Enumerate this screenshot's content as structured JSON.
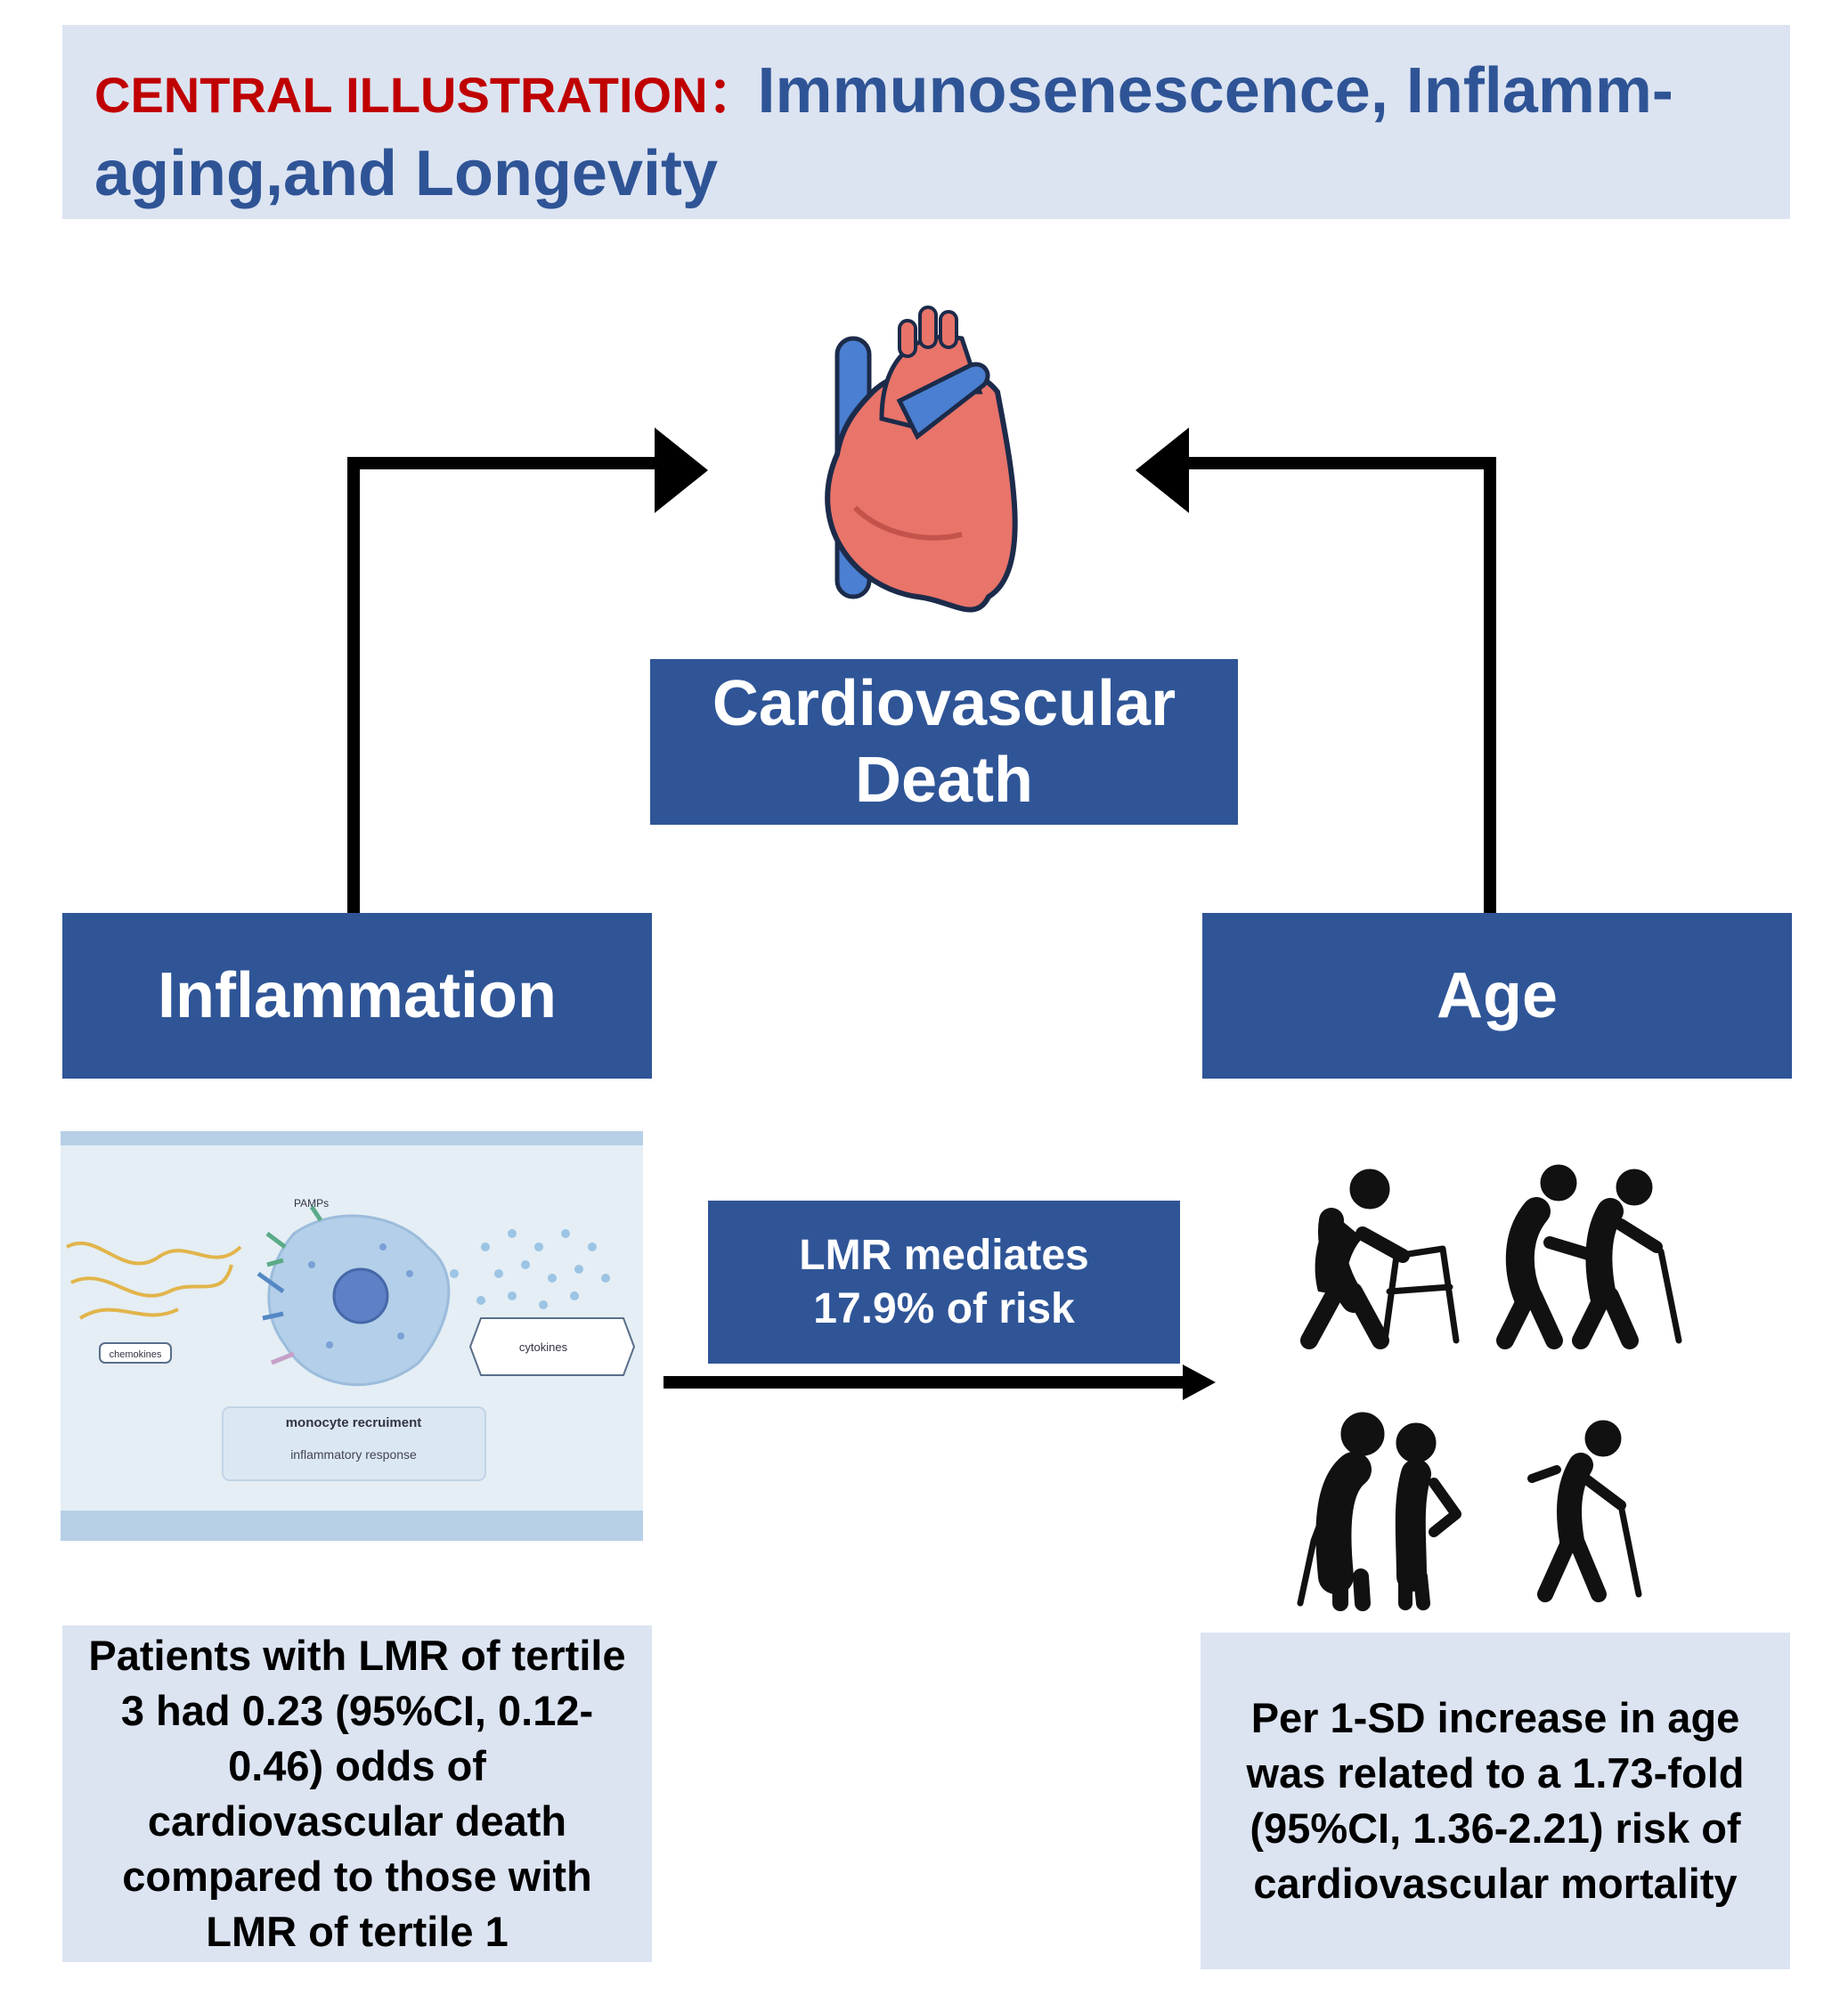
{
  "title": {
    "prefix": "CENTRAL ILLUSTRATION：",
    "line1": "Immunosenescence, Inflamm-",
    "line2": "aging,and Longevity"
  },
  "nodes": {
    "outcome_line1": "Cardiovascular",
    "outcome_line2": "Death",
    "inflammation": "Inflammation",
    "age": "Age",
    "mediation_line1": "LMR mediates",
    "mediation_line2": "17.9% of risk"
  },
  "illustration": {
    "pamps": "PAMPs",
    "chemokines": "chemokines",
    "cytokines": "cytokines",
    "monocyte": "monocyte recruiment",
    "response": "inflammatory response"
  },
  "findings": {
    "left": "Patients with LMR of tertile 3 had 0.23 (95%CI, 0.12-0.46)  odds of cardiovascular death compared to those with LMR of tertile 1",
    "right": "Per 1-SD increase in age was related to a 1.73-fold (95%CI, 1.36-2.21) risk of cardiovascular mortality"
  },
  "colors": {
    "box_blue": "#2f5597",
    "light_blue": "#dce4f2",
    "title_red": "#c00000",
    "title_blue": "#2f5496",
    "heart_red": "#e8746a",
    "vessel_blue": "#4a7fd1"
  },
  "icons": [
    "heart-icon",
    "monocyte-cell-illustration",
    "elderly-walker-icon",
    "elderly-assisted-icon",
    "elderly-couple-icon",
    "elderly-cane-icon"
  ]
}
